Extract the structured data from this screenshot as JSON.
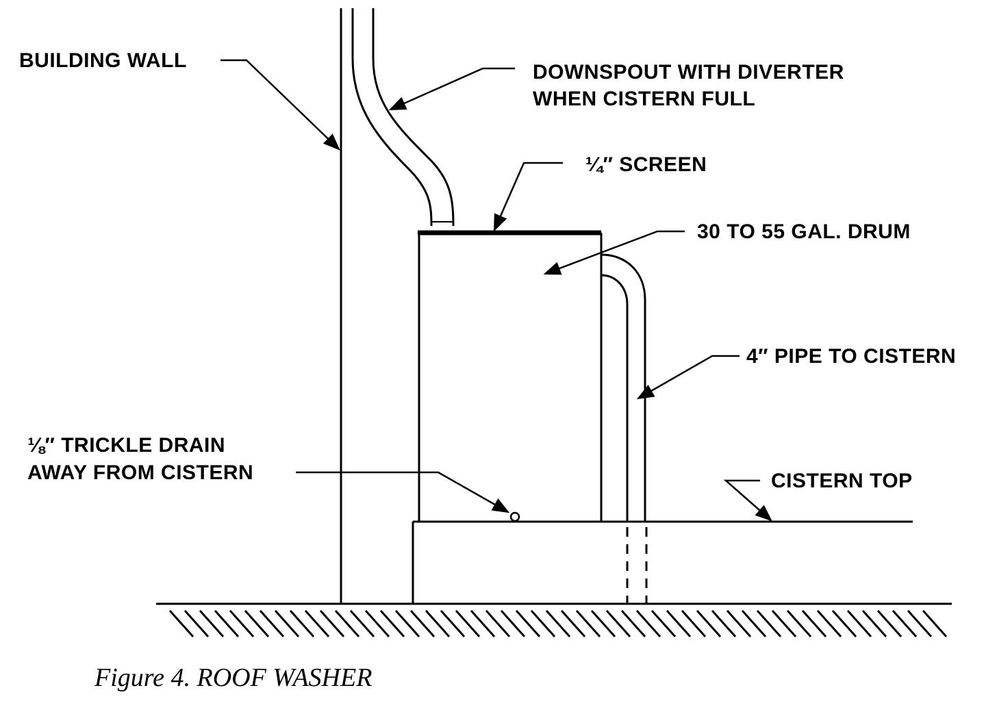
{
  "labels": {
    "building_wall": "BUILDING WALL",
    "downspout_line1": "DOWNSPOUT WITH DIVERTER",
    "downspout_line2": "WHEN CISTERN FULL",
    "screen": "¼″ SCREEN",
    "drum": "30 TO 55 GAL. DRUM",
    "pipe": "4″ PIPE TO CISTERN",
    "drain_line1": "⅛″ TRICKLE DRAIN",
    "drain_line2": "AWAY FROM CISTERN",
    "cistern_top": "CISTERN TOP"
  },
  "caption": "Figure 4. ROOF WASHER",
  "colors": {
    "ink": "#000000",
    "paper": "#ffffff"
  }
}
